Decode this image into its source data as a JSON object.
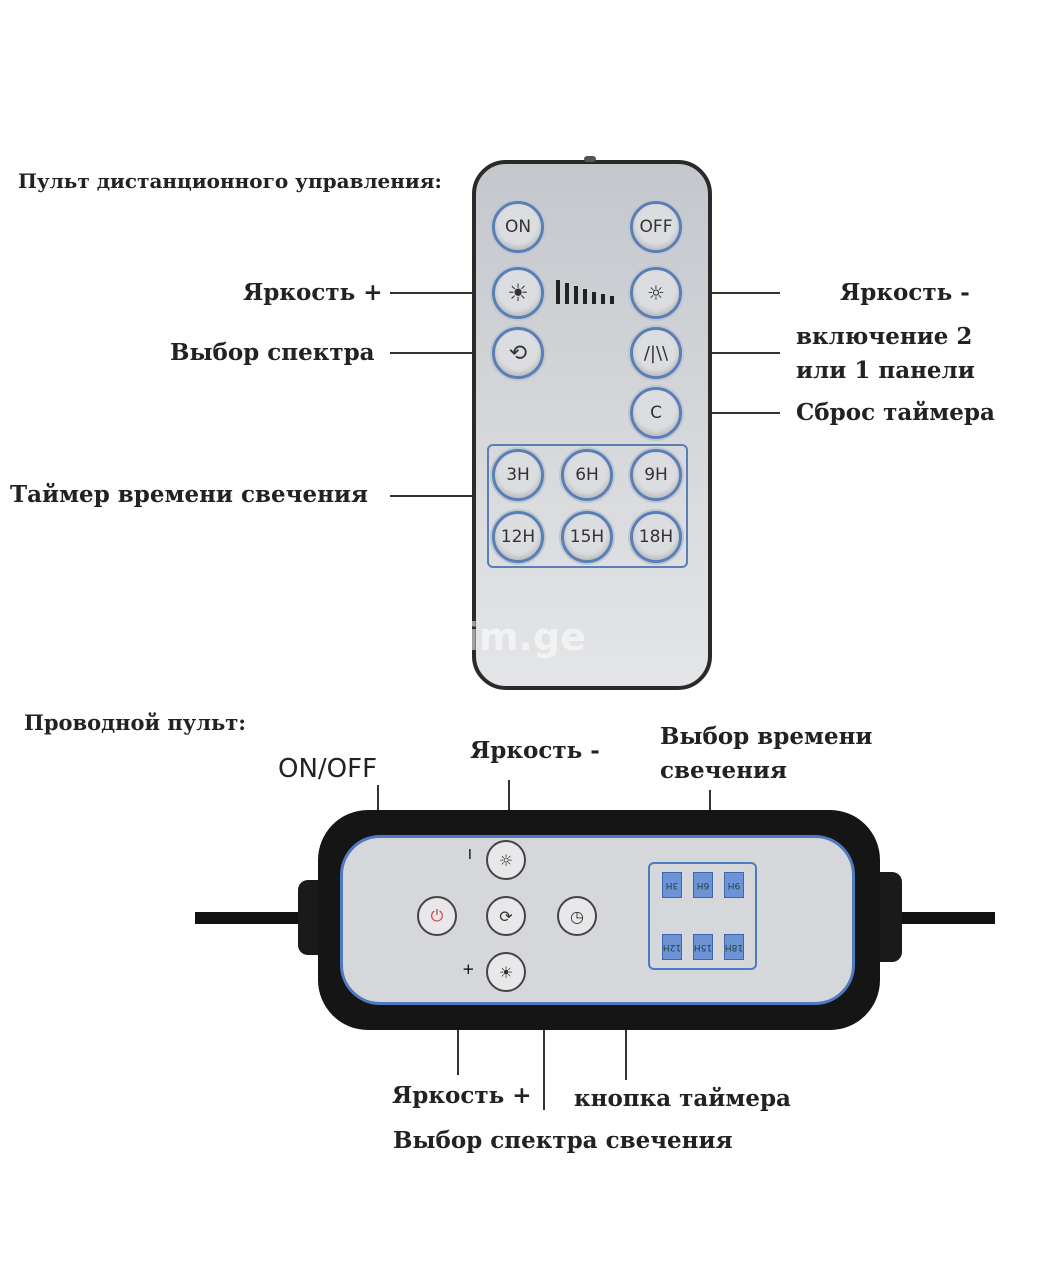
{
  "remote_section": {
    "title": "Пульт дистанционного управления:",
    "buttons": {
      "on": "ON",
      "off": "OFF",
      "reset": "C",
      "t3": "3H",
      "t6": "6H",
      "t9": "9H",
      "t12": "12H",
      "t15": "15H",
      "t18": "18H"
    },
    "labels": {
      "brightness_up": "Яркость +",
      "brightness_down": "Яркость  -",
      "spectrum": "Выбор спектра",
      "panels_1": "включение 2",
      "panels_2": "или 1 панели",
      "reset": "Сброс таймера",
      "timer": "Таймер времени свечения"
    }
  },
  "wired_section": {
    "title": "Проводной пульт:",
    "labels": {
      "on_off": "ON/OFF",
      "brightness_down": "Яркость  -",
      "time_select_1": "Выбор времени",
      "time_select_2": "свечения",
      "brightness_up": "Яркость +",
      "timer_button": "кнопка таймера",
      "spectrum": "Выбор спектра свечения"
    },
    "marks": {
      "minus": "I",
      "plus": "+"
    },
    "timer_leds": [
      "3H",
      "6H",
      "9H",
      "12H",
      "15H",
      "18H"
    ]
  },
  "watermark": "Unlim.ge"
}
